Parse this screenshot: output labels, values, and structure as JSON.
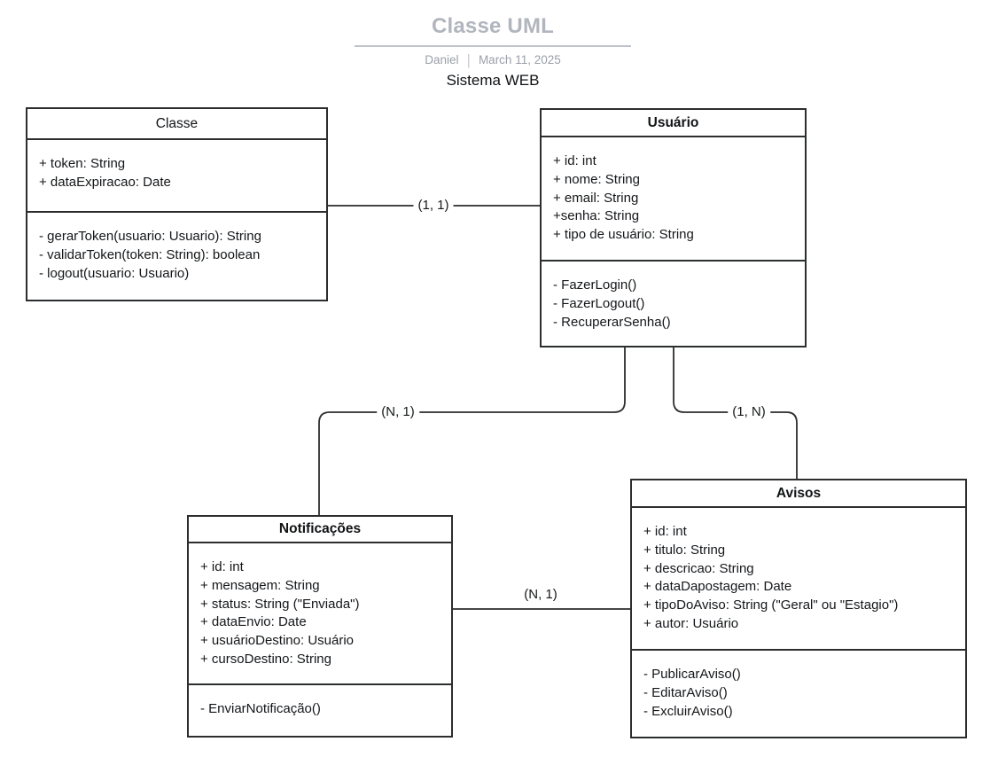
{
  "header": {
    "title": "Classe UML",
    "author": "Daniel",
    "separator": "|",
    "date": "March 11, 2025",
    "subtitle": "Sistema WEB"
  },
  "classes": [
    {
      "name": "Classe",
      "attributes": [
        "+ token: String",
        "+ dataExpiracao: Date"
      ],
      "methods": [
        "- gerarToken(usuario: Usuario): String",
        "- validarToken(token: String): boolean",
        "- logout(usuario: Usuario)"
      ]
    },
    {
      "name": "Usuário",
      "attributes": [
        "+ id: int",
        "+ nome: String",
        "+ email: String",
        "+senha: String",
        "+ tipo de usuário: String"
      ],
      "methods": [
        "- FazerLogin()",
        "- FazerLogout()",
        "- RecuperarSenha()"
      ]
    },
    {
      "name": "Notificações",
      "attributes": [
        "+ id: int",
        "+ mensagem: String",
        "+ status: String (\"Enviada\")",
        "+ dataEnvio: Date",
        "+ usuárioDestino: Usuário",
        "+ cursoDestino: String"
      ],
      "methods": [
        "- EnviarNotificação()"
      ]
    },
    {
      "name": "Avisos",
      "attributes": [
        "+ id: int",
        "+ titulo: String",
        "+ descricao: String",
        "+ dataDapostagem: Date",
        "+ tipoDoAviso: String (\"Geral\" ou \"Estagio\")",
        "+ autor: Usuário"
      ],
      "methods": [
        "- PublicarAviso()",
        "- EditarAviso()",
        "- ExcluirAviso()"
      ]
    }
  ],
  "connections": [
    {
      "from": "Classe",
      "to": "Usuário",
      "label": "(1, 1)"
    },
    {
      "from": "Usuário",
      "to": "Notificações",
      "label": "(N, 1)"
    },
    {
      "from": "Usuário",
      "to": "Avisos",
      "label": "(1, N)"
    },
    {
      "from": "Notificações",
      "to": "Avisos",
      "label": "(N, 1)"
    }
  ],
  "colors": {
    "title_gray": "#b1b5bd",
    "byline_gray": "#9aa0a9",
    "diagram_line": "#2d2d2d",
    "box_border": "#2b2d2f",
    "background": "#ffffff"
  }
}
